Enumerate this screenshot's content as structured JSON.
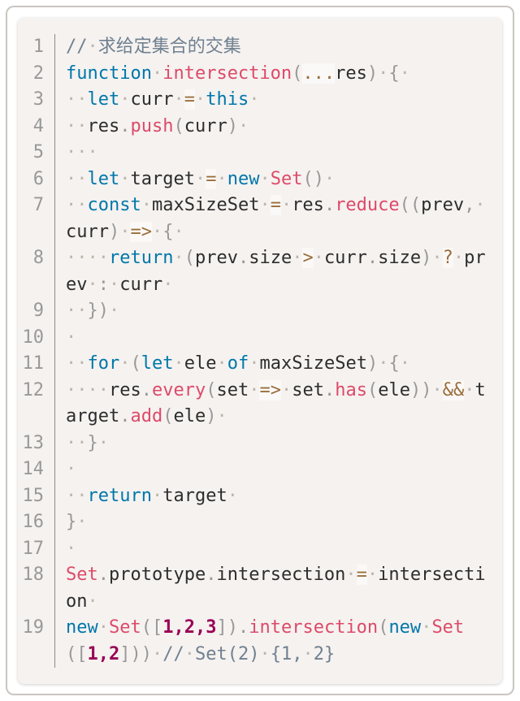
{
  "theme": {
    "colors": {
      "frame_border": "#c9c6c1",
      "card_background": "#f5f2f0",
      "text": "#2d2d2d",
      "keyword": "#0077aa",
      "function": "#dd4a68",
      "operator": "#9a6e3a",
      "operator_highlight": "rgba(255,255,255,0.55)",
      "punctuation": "#999999",
      "number": "#990055",
      "comment": "#708090",
      "whitespace_dot": "#bdb6ac",
      "line_number": "#999999",
      "divider": "#8a8a8a"
    }
  },
  "code": {
    "language": "javascript",
    "whitespace_glyph": "·",
    "lines": [
      {
        "no": "1",
        "tokens": [
          [
            "c",
            "// 求给定集合的交集"
          ]
        ]
      },
      {
        "no": "2",
        "tokens": [
          [
            "k",
            "function"
          ],
          [
            "t",
            " "
          ],
          [
            "f",
            "intersection"
          ],
          [
            "p",
            "("
          ],
          [
            "o",
            "..."
          ],
          [
            "t",
            "res"
          ],
          [
            "p",
            ")"
          ],
          [
            "t",
            " "
          ],
          [
            "p",
            "{"
          ],
          [
            "t",
            " "
          ]
        ]
      },
      {
        "no": "3",
        "tokens": [
          [
            "t",
            "  "
          ],
          [
            "k",
            "let"
          ],
          [
            "t",
            " curr "
          ],
          [
            "o",
            "="
          ],
          [
            "t",
            " "
          ],
          [
            "k",
            "this"
          ],
          [
            "t",
            " "
          ]
        ]
      },
      {
        "no": "4",
        "tokens": [
          [
            "t",
            "  res"
          ],
          [
            "p",
            "."
          ],
          [
            "f",
            "push"
          ],
          [
            "p",
            "("
          ],
          [
            "t",
            "curr"
          ],
          [
            "p",
            ")"
          ],
          [
            "t",
            " "
          ]
        ]
      },
      {
        "no": "5",
        "tokens": [
          [
            "t",
            "   "
          ]
        ]
      },
      {
        "no": "6",
        "tokens": [
          [
            "t",
            "  "
          ],
          [
            "k",
            "let"
          ],
          [
            "t",
            " target "
          ],
          [
            "o",
            "="
          ],
          [
            "t",
            " "
          ],
          [
            "k",
            "new"
          ],
          [
            "t",
            " "
          ],
          [
            "f",
            "Set"
          ],
          [
            "p",
            "()"
          ],
          [
            "t",
            " "
          ]
        ]
      },
      {
        "no": "7",
        "tokens": [
          [
            "t",
            "  "
          ],
          [
            "k",
            "const"
          ],
          [
            "t",
            " maxSizeSet "
          ],
          [
            "o",
            "="
          ],
          [
            "t",
            " res"
          ],
          [
            "p",
            "."
          ],
          [
            "f",
            "reduce"
          ],
          [
            "p",
            "(("
          ],
          [
            "t",
            "prev"
          ],
          [
            "p",
            ","
          ],
          [
            "t",
            " curr"
          ],
          [
            "p",
            ")"
          ],
          [
            "t",
            " "
          ],
          [
            "o",
            "=>"
          ],
          [
            "t",
            " "
          ],
          [
            "p",
            "{"
          ],
          [
            "t",
            " "
          ]
        ]
      },
      {
        "no": "8",
        "tokens": [
          [
            "t",
            "    "
          ],
          [
            "k",
            "return"
          ],
          [
            "t",
            " "
          ],
          [
            "p",
            "("
          ],
          [
            "t",
            "prev"
          ],
          [
            "p",
            "."
          ],
          [
            "t",
            "size "
          ],
          [
            "o",
            ">"
          ],
          [
            "t",
            " curr"
          ],
          [
            "p",
            "."
          ],
          [
            "t",
            "size"
          ],
          [
            "p",
            ")"
          ],
          [
            "t",
            " "
          ],
          [
            "o",
            "?"
          ],
          [
            "t",
            " prev "
          ],
          [
            "p",
            ":"
          ],
          [
            "t",
            " curr "
          ]
        ]
      },
      {
        "no": "9",
        "tokens": [
          [
            "t",
            "  "
          ],
          [
            "p",
            "})"
          ],
          [
            "t",
            " "
          ]
        ]
      },
      {
        "no": "10",
        "tokens": [
          [
            "t",
            " "
          ]
        ]
      },
      {
        "no": "11",
        "tokens": [
          [
            "t",
            "  "
          ],
          [
            "k",
            "for"
          ],
          [
            "t",
            " "
          ],
          [
            "p",
            "("
          ],
          [
            "k",
            "let"
          ],
          [
            "t",
            " ele "
          ],
          [
            "k",
            "of"
          ],
          [
            "t",
            " maxSizeSet"
          ],
          [
            "p",
            ")"
          ],
          [
            "t",
            " "
          ],
          [
            "p",
            "{"
          ],
          [
            "t",
            " "
          ]
        ]
      },
      {
        "no": "12",
        "tokens": [
          [
            "t",
            "    res"
          ],
          [
            "p",
            "."
          ],
          [
            "f",
            "every"
          ],
          [
            "p",
            "("
          ],
          [
            "t",
            "set "
          ],
          [
            "o",
            "=>"
          ],
          [
            "t",
            " set"
          ],
          [
            "p",
            "."
          ],
          [
            "f",
            "has"
          ],
          [
            "p",
            "("
          ],
          [
            "t",
            "ele"
          ],
          [
            "p",
            "))"
          ],
          [
            "t",
            " "
          ],
          [
            "o",
            "&&"
          ],
          [
            "t",
            " target"
          ],
          [
            "p",
            "."
          ],
          [
            "f",
            "add"
          ],
          [
            "p",
            "("
          ],
          [
            "t",
            "ele"
          ],
          [
            "p",
            ")"
          ],
          [
            "t",
            " "
          ]
        ]
      },
      {
        "no": "13",
        "tokens": [
          [
            "t",
            "  "
          ],
          [
            "p",
            "}"
          ],
          [
            "t",
            " "
          ]
        ]
      },
      {
        "no": "14",
        "tokens": [
          [
            "t",
            " "
          ]
        ]
      },
      {
        "no": "15",
        "tokens": [
          [
            "t",
            "  "
          ],
          [
            "k",
            "return"
          ],
          [
            "t",
            " target "
          ]
        ]
      },
      {
        "no": "16",
        "tokens": [
          [
            "p",
            "}"
          ],
          [
            "t",
            " "
          ]
        ]
      },
      {
        "no": "17",
        "tokens": [
          [
            "t",
            " "
          ]
        ]
      },
      {
        "no": "18",
        "tokens": [
          [
            "f",
            "Set"
          ],
          [
            "p",
            "."
          ],
          [
            "t",
            "prototype"
          ],
          [
            "p",
            "."
          ],
          [
            "t",
            "intersection "
          ],
          [
            "o",
            "="
          ],
          [
            "t",
            " intersection "
          ]
        ]
      },
      {
        "no": "19",
        "tokens": [
          [
            "k",
            "new"
          ],
          [
            "t",
            " "
          ],
          [
            "f",
            "Set"
          ],
          [
            "p",
            "(["
          ],
          [
            "n",
            "1,2,3"
          ],
          [
            "p",
            "])"
          ],
          [
            "p",
            "."
          ],
          [
            "f",
            "intersection"
          ],
          [
            "p",
            "("
          ],
          [
            "k",
            "new"
          ],
          [
            "t",
            " "
          ],
          [
            "f",
            "Set"
          ],
          [
            "p",
            "(["
          ],
          [
            "n",
            "1,2"
          ],
          [
            "p",
            "]))"
          ],
          [
            "t",
            " "
          ],
          [
            "c",
            "// Set(2) {1, 2}"
          ]
        ]
      }
    ]
  }
}
